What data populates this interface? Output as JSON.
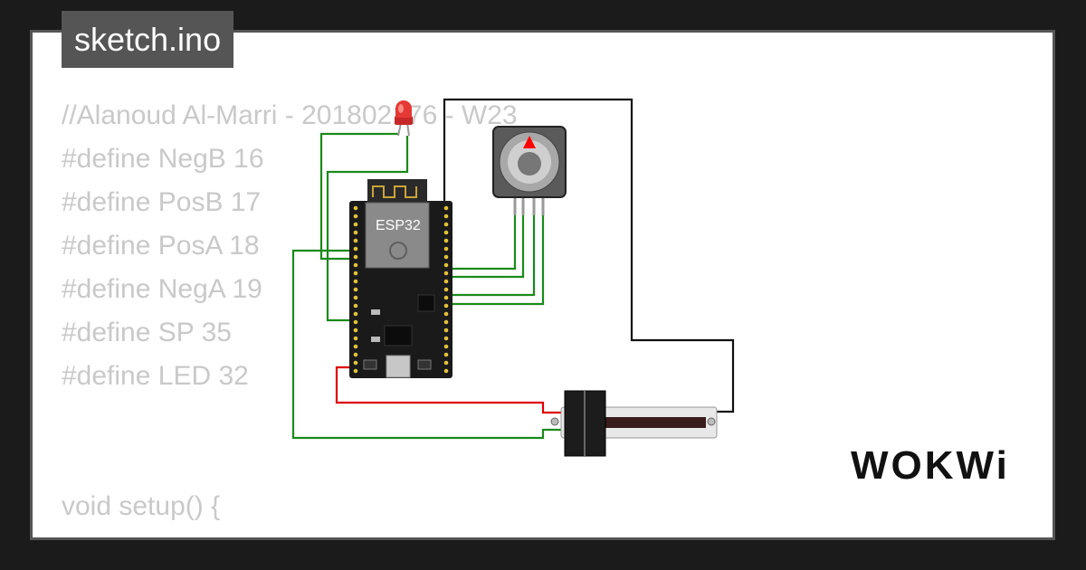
{
  "tab": {
    "title": "sketch.ino"
  },
  "code_lines": [
    "//Alanoud Al-Marri - 201802176 - W23",
    "#define NegB 16",
    "#define PosB 17",
    "#define PosA 18",
    "#define NegA 19",
    "#define SP 35",
    "#define LED 32",
    "",
    "",
    "void setup() {",
    "  //"
  ],
  "board": {
    "label": "ESP32"
  },
  "brand": {
    "logo": "WOKWi"
  },
  "colors": {
    "background": "#1b1b1b",
    "tab": "#555555",
    "code_text": "#c9c9c9",
    "wire_green": "#1a8a1a",
    "wire_red": "#dd0000",
    "wire_black": "#111111",
    "led": "#e53935",
    "board": "#1a1a1a"
  },
  "icons": [
    "led-icon",
    "esp32-board-icon",
    "rotary-encoder-icon",
    "slide-potentiometer-icon",
    "wokwi-logo-icon"
  ]
}
